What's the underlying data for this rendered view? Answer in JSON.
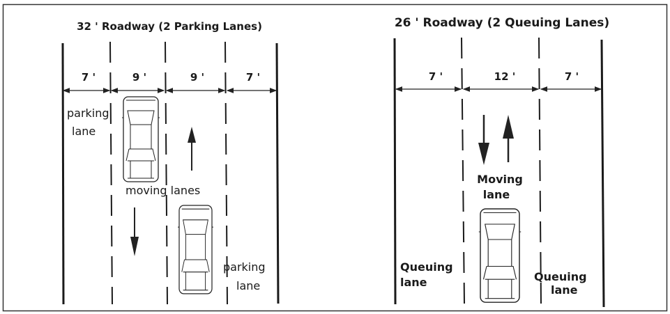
{
  "left_diagram": {
    "title": "32 ' Roadway (2 Parking Lanes)",
    "widths": [
      "7 '",
      "9 '",
      "9 '",
      "7 '"
    ],
    "labels": {
      "parking_top_1": "parking",
      "parking_top_2": "lane",
      "moving": "moving lanes",
      "parking_bottom_1": "parking",
      "parking_bottom_2": "lane"
    }
  },
  "right_diagram": {
    "title": "26 ' Roadway (2 Queuing Lanes)",
    "widths": [
      "7 '",
      "12 '",
      "7 '"
    ],
    "labels": {
      "moving_1": "Moving",
      "moving_2": "lane",
      "queuing_left_1": "Queuing",
      "queuing_left_2": "lane",
      "queuing_right_1": "Queuing",
      "queuing_right_2": "lane"
    }
  },
  "colors": {
    "ink": "#1a1a1a",
    "background": "#ffffff"
  }
}
